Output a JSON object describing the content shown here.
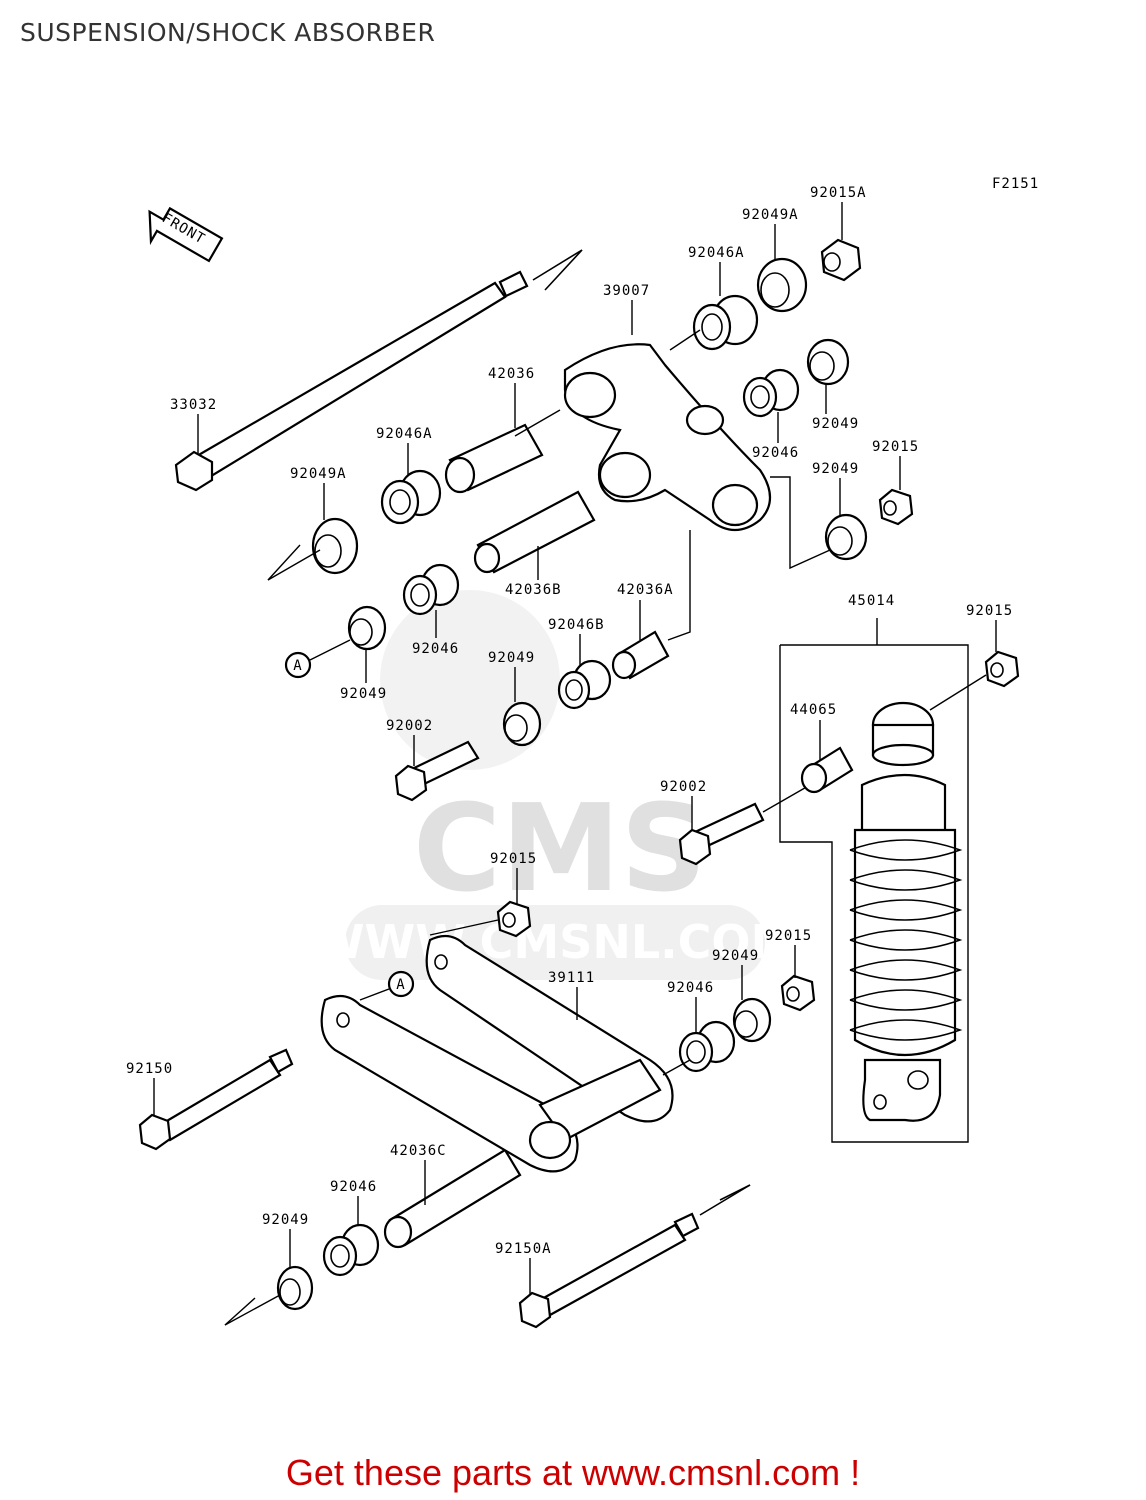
{
  "title": "SUSPENSION/SHOCK ABSORBER",
  "figure_code": "F2151",
  "front_arrow_label": "FRONT",
  "watermark": {
    "logo": "CMS",
    "url": "WWW.CMSNL.COM"
  },
  "reference_marker": "A",
  "callouts": [
    {
      "id": "c-92015A-top",
      "label": "92015A"
    },
    {
      "id": "c-92049A-top",
      "label": "92049A"
    },
    {
      "id": "c-92046A-top",
      "label": "92046A"
    },
    {
      "id": "c-39007",
      "label": "39007"
    },
    {
      "id": "c-42036",
      "label": "42036"
    },
    {
      "id": "c-33032",
      "label": "33032"
    },
    {
      "id": "c-92046A-left",
      "label": "92046A"
    },
    {
      "id": "c-92049-right",
      "label": "92049"
    },
    {
      "id": "c-92046-right",
      "label": "92046"
    },
    {
      "id": "c-92015-right",
      "label": "92015"
    },
    {
      "id": "c-92049-right2",
      "label": "92049"
    },
    {
      "id": "c-92049A-left",
      "label": "92049A"
    },
    {
      "id": "c-42036B",
      "label": "42036B"
    },
    {
      "id": "c-42036A",
      "label": "42036A"
    },
    {
      "id": "c-45014",
      "label": "45014"
    },
    {
      "id": "c-92015-shock",
      "label": "92015"
    },
    {
      "id": "c-92046-mid",
      "label": "92046"
    },
    {
      "id": "c-92046B",
      "label": "92046B"
    },
    {
      "id": "c-92049-mid",
      "label": "92049"
    },
    {
      "id": "c-92049-left",
      "label": "92049"
    },
    {
      "id": "c-44065",
      "label": "44065"
    },
    {
      "id": "c-92002-left",
      "label": "92002"
    },
    {
      "id": "c-92002-right",
      "label": "92002"
    },
    {
      "id": "c-92015-mid",
      "label": "92015"
    },
    {
      "id": "c-92015-low",
      "label": "92015"
    },
    {
      "id": "c-92049-low",
      "label": "92049"
    },
    {
      "id": "c-39111",
      "label": "39111"
    },
    {
      "id": "c-92046-low",
      "label": "92046"
    },
    {
      "id": "c-92150",
      "label": "92150"
    },
    {
      "id": "c-42036C",
      "label": "42036C"
    },
    {
      "id": "c-92046-bottom",
      "label": "92046"
    },
    {
      "id": "c-92049-bottom",
      "label": "92049"
    },
    {
      "id": "c-92150A",
      "label": "92150A"
    }
  ],
  "footer": "Get these parts at www.cmsnl.com !",
  "colors": {
    "footer": "#cc0000",
    "title": "#333333",
    "line": "#000000",
    "watermark": "#e0e0e0"
  }
}
